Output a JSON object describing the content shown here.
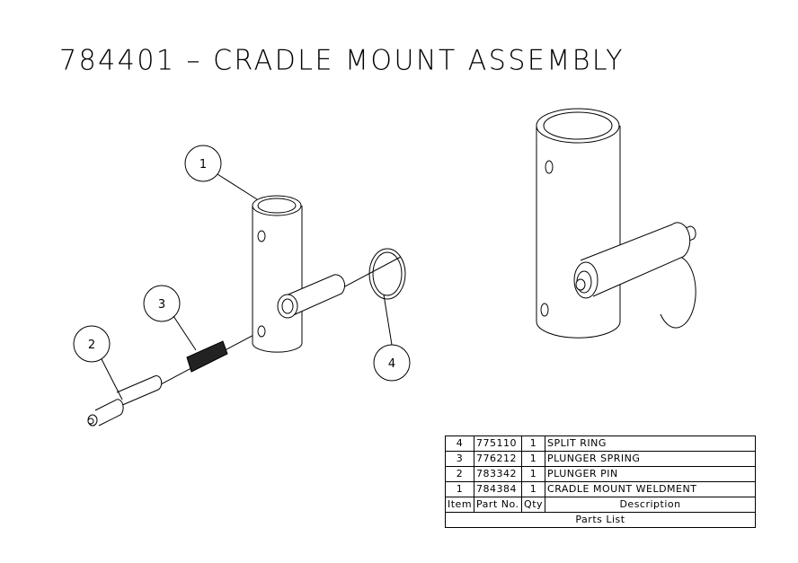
{
  "title": "784401 – CRADLE MOUNT ASSEMBLY",
  "balloons": [
    "1",
    "2",
    "3",
    "4"
  ],
  "parts_list": {
    "rows": [
      {
        "item": "4",
        "part_no": "775110",
        "qty": "1",
        "description": "SPLIT RING"
      },
      {
        "item": "3",
        "part_no": "776212",
        "qty": "1",
        "description": "PLUNGER SPRING"
      },
      {
        "item": "2",
        "part_no": "783342",
        "qty": "1",
        "description": "PLUNGER PIN"
      },
      {
        "item": "1",
        "part_no": "784384",
        "qty": "1",
        "description": "CRADLE MOUNT WELDMENT"
      }
    ],
    "headers": {
      "item": "Item",
      "part_no": "Part No.",
      "qty": "Qty",
      "description": "Description"
    },
    "caption": "Parts List"
  }
}
